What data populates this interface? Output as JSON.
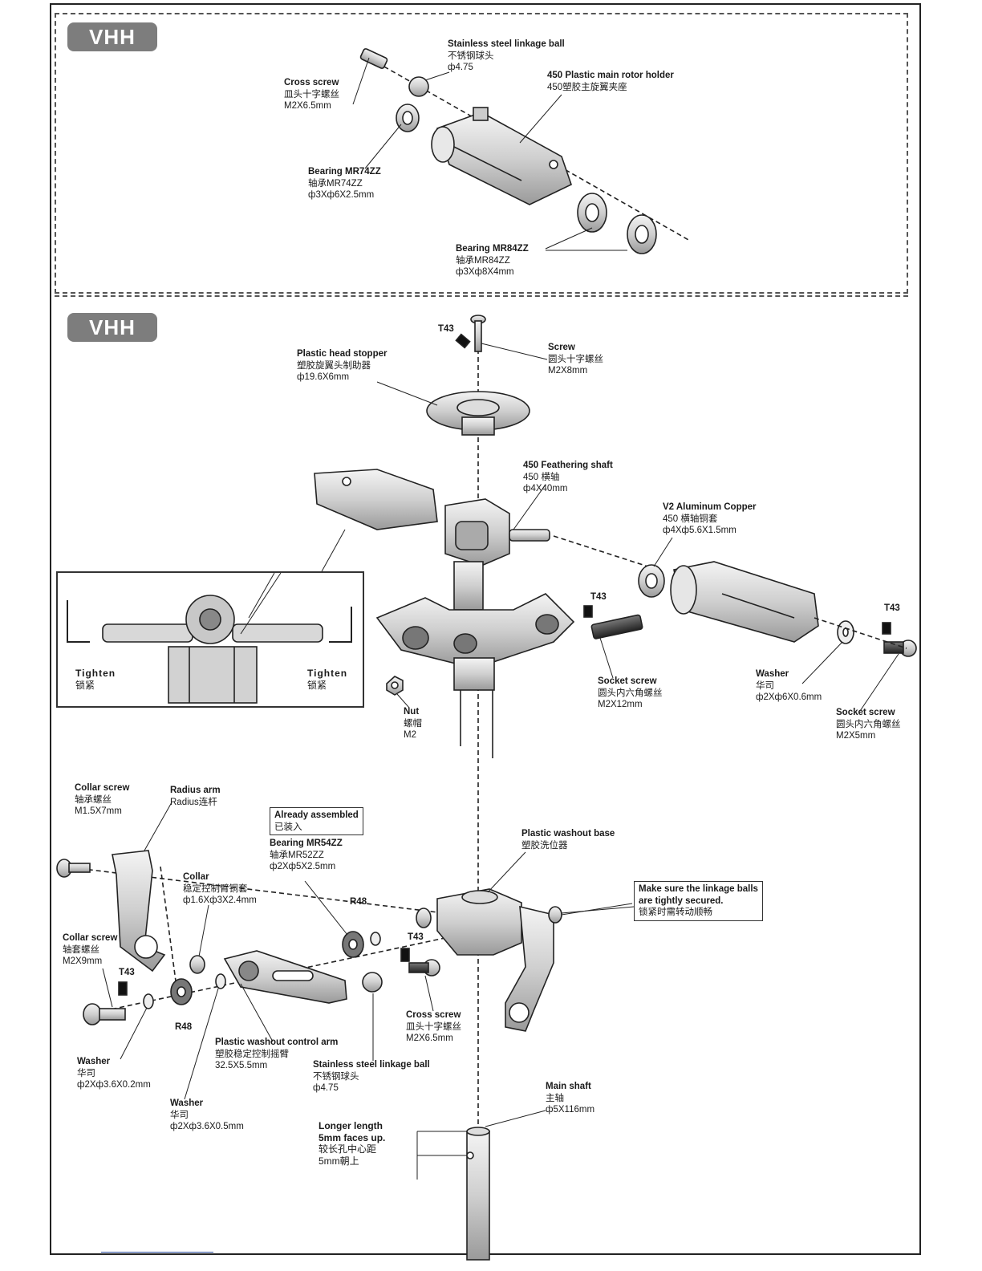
{
  "badges": [
    "VHH",
    "VHH"
  ],
  "top_section": {
    "labels": [
      {
        "title": "Stainless steel linkage ball",
        "lines": [
          "不锈钢球头",
          "ф4.75"
        ]
      },
      {
        "title": "450  Plastic main rotor holder",
        "lines": [
          "450塑胶主旋翼夹座"
        ]
      },
      {
        "title": "Cross screw",
        "lines": [
          "皿头十字螺丝",
          "M2X6.5mm"
        ]
      },
      {
        "title": "Bearing MR74ZZ",
        "lines": [
          "轴承MR74ZZ",
          "ф3Xф6X2.5mm"
        ]
      },
      {
        "title": "Bearing MR84ZZ",
        "lines": [
          "轴承MR84ZZ",
          "ф3Xф8X4mm"
        ]
      }
    ]
  },
  "main_section": {
    "labels": [
      {
        "title": "Plastic head stopper",
        "lines": [
          "塑胶旋翼头制助器",
          "ф19.6X6mm"
        ]
      },
      {
        "title": "Screw",
        "lines": [
          "圆头十字螺丝",
          "M2X8mm"
        ]
      },
      {
        "title": "450 Feathering shaft",
        "lines": [
          "450 横轴",
          "ф4X40mm"
        ]
      },
      {
        "title": "V2 Aluminum Copper",
        "lines": [
          "450 横轴铜套",
          "ф4Xф5.6X1.5mm"
        ]
      },
      {
        "title": "Socket screw",
        "lines": [
          "圆头内六角螺丝",
          "M2X12mm"
        ]
      },
      {
        "title": "Washer",
        "lines": [
          "华司",
          "ф2Xф6X0.6mm"
        ]
      },
      {
        "title": "Socket screw",
        "lines": [
          "圆头内六角螺丝",
          "M2X5mm"
        ]
      },
      {
        "title": "Nut",
        "lines": [
          "螺帽",
          "M2"
        ]
      },
      {
        "title": "Collar screw",
        "lines": [
          "轴承螺丝",
          "M1.5X7mm"
        ]
      },
      {
        "title": "Radius arm",
        "lines": [
          "Radius连杆"
        ]
      },
      {
        "title": "Bearing MR54ZZ",
        "lines": [
          "轴承MR52ZZ",
          "ф2Xф5X2.5mm"
        ]
      },
      {
        "title": "Plastic washout base",
        "lines": [
          "塑胶洗位器"
        ]
      },
      {
        "title": "Collar",
        "lines": [
          "稳定控制臂铜套",
          "ф1.6Xф3X2.4mm"
        ]
      },
      {
        "title": "Collar screw",
        "lines": [
          "轴套螺丝",
          "M2X9mm"
        ]
      },
      {
        "title": "Cross screw",
        "lines": [
          "皿头十字螺丝",
          "M2X6.5mm"
        ]
      },
      {
        "title": "Plastic washout control arm",
        "lines": [
          "塑胶稳定控制摇臂",
          "32.5X5.5mm"
        ]
      },
      {
        "title": "Stainless steel linkage ball",
        "lines": [
          "不锈钢球头",
          "ф4.75"
        ]
      },
      {
        "title": "Washer",
        "lines": [
          "华司",
          "ф2Xф3.6X0.2mm"
        ]
      },
      {
        "title": "Washer",
        "lines": [
          "华司",
          "ф2Xф3.6X0.5mm"
        ]
      },
      {
        "title": "Main shaft",
        "lines": [
          "主轴",
          "ф5X116mm"
        ]
      },
      {
        "title": "Longer length",
        "lines": [
          "5mm faces up.",
          "较长孔中心距",
          "5mm朝上"
        ]
      }
    ],
    "already_assembled": {
      "title": "Already assembled",
      "line": "已装入"
    },
    "note": {
      "lines": [
        "Make sure the linkage balls",
        "are tightly secured.",
        "锁紧时需转动顺畅"
      ]
    },
    "tags": [
      "T43",
      "T43",
      "T43",
      "T43",
      "T43",
      "R48",
      "R48"
    ],
    "inset": {
      "tighten_left": [
        "Tighten",
        "锁紧"
      ],
      "tighten_right": [
        "Tighten",
        "锁紧"
      ]
    }
  }
}
